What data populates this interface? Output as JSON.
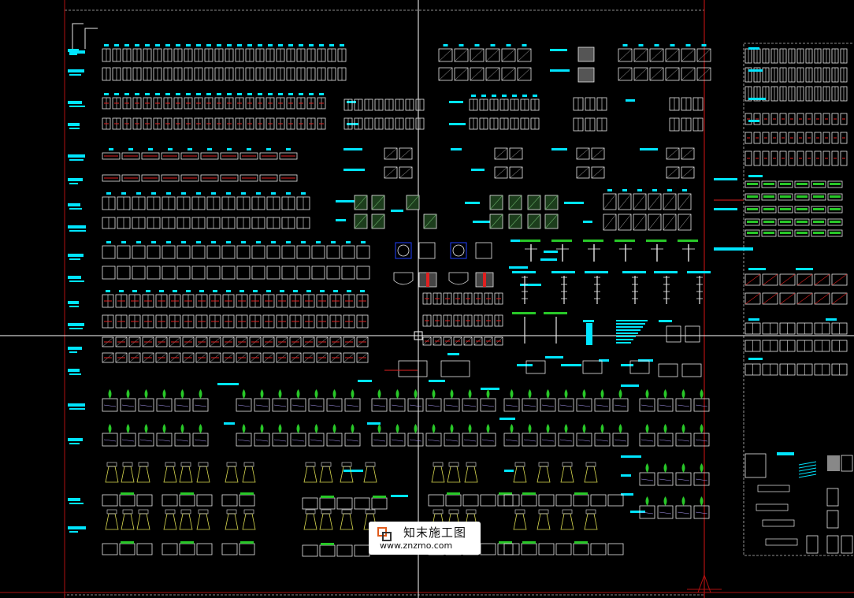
{
  "app": {
    "name": "CAD drawing viewport",
    "background": "#000000"
  },
  "colors": {
    "frame": "#ffffff",
    "crosshair": "#ffffff",
    "red_line": "#c01010",
    "cyan_text": "#00e5ff",
    "white_lines": "#e8e8e8",
    "green": "#28c828",
    "red_accent": "#e02020",
    "yellow": "#d8d850"
  },
  "watermark": {
    "title": "知末施工图",
    "url": "www.znzmo.com",
    "logo_icon": "znzmo-logo-icon"
  },
  "groups": {
    "left_column_labels": "left-label-group",
    "window_elevations": "window-elevation-group",
    "door_sections": "door-section-group",
    "planters": "planter-group",
    "right_panel": "right-panel-group"
  }
}
